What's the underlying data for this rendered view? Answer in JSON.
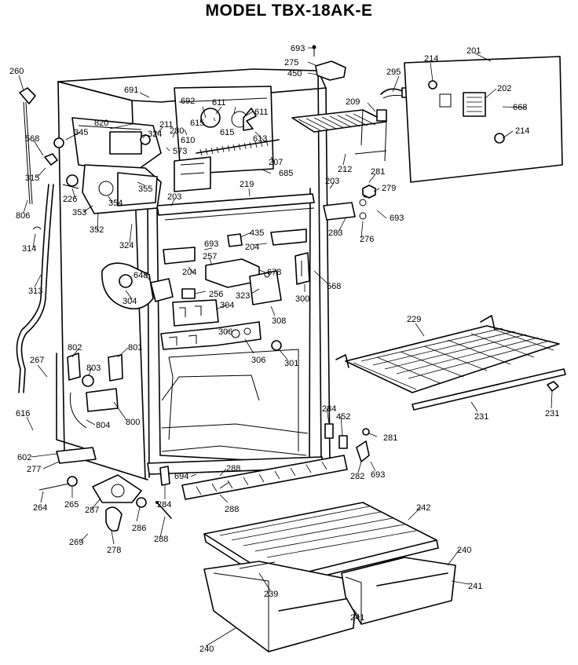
{
  "title": "MODEL TBX-18AK-E",
  "part_labels": [
    "693",
    "275",
    "450",
    "295",
    "214",
    "201",
    "202",
    "668",
    "214",
    "691",
    "692",
    "611",
    "611",
    "613",
    "615",
    "610",
    "615",
    "211",
    "280",
    "209",
    "212",
    "820",
    "324",
    "573",
    "207",
    "685",
    "219",
    "281",
    "279",
    "693",
    "203",
    "203",
    "260",
    "568",
    "345",
    "315",
    "226",
    "353",
    "354",
    "355",
    "352",
    "806",
    "314",
    "313",
    "324",
    "283",
    "276",
    "435",
    "204",
    "693",
    "257",
    "678",
    "204",
    "568",
    "300",
    "648",
    "256",
    "304",
    "304",
    "323",
    "308",
    "306",
    "306",
    "301",
    "229",
    "231",
    "231",
    "802",
    "801",
    "803",
    "800",
    "804",
    "267",
    "616",
    "602",
    "277",
    "264",
    "265",
    "287",
    "286",
    "269",
    "278",
    "284",
    "694",
    "288",
    "288",
    "288",
    "284",
    "452",
    "281",
    "282",
    "693",
    "242",
    "240",
    "241",
    "239",
    "241",
    "240"
  ]
}
